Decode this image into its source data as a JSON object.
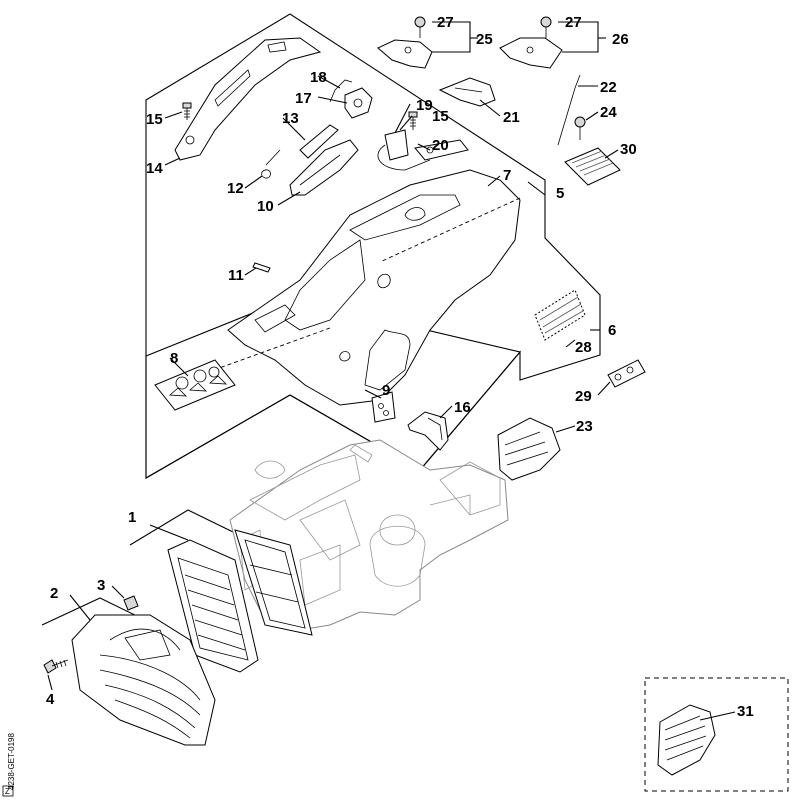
{
  "drawing_code": "4238-GET-0198",
  "corner_mark": "Z",
  "callouts": [
    "1",
    "2",
    "3",
    "4",
    "5",
    "6",
    "7",
    "8",
    "9",
    "10",
    "11",
    "12",
    "13",
    "14",
    "15",
    "15",
    "16",
    "17",
    "18",
    "19",
    "20",
    "21",
    "22",
    "23",
    "24",
    "25",
    "26",
    "27",
    "27",
    "28",
    "29",
    "30",
    "31"
  ]
}
